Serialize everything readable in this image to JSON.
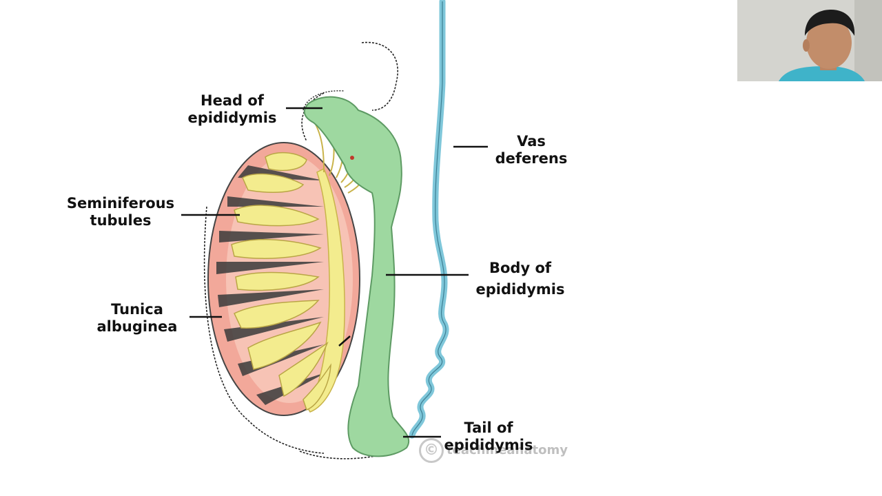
{
  "labels": {
    "head_of_epididymis": [
      "Head of",
      "epididymis"
    ],
    "vas_deferens": [
      "Vas",
      "deferens"
    ],
    "seminiferous_tubules": [
      "Seminiferous",
      "tubules"
    ],
    "body_of_epididymis": [
      "Body of",
      "epididymis"
    ],
    "tunica_albuginea": [
      "Tunica",
      "albuginea"
    ],
    "tail_of_epididymis": [
      "Tail of",
      "epididymis"
    ]
  },
  "watermark": {
    "text": "teachmeanatomy"
  },
  "colors": {
    "tunica": "#f2a89a",
    "tubules": "#f3ec8e",
    "epididymis": "#9ed8a0",
    "vas_deferens": "#7fc7da",
    "outline": "#333333",
    "webcam_shirt": "#3fb3c9"
  }
}
